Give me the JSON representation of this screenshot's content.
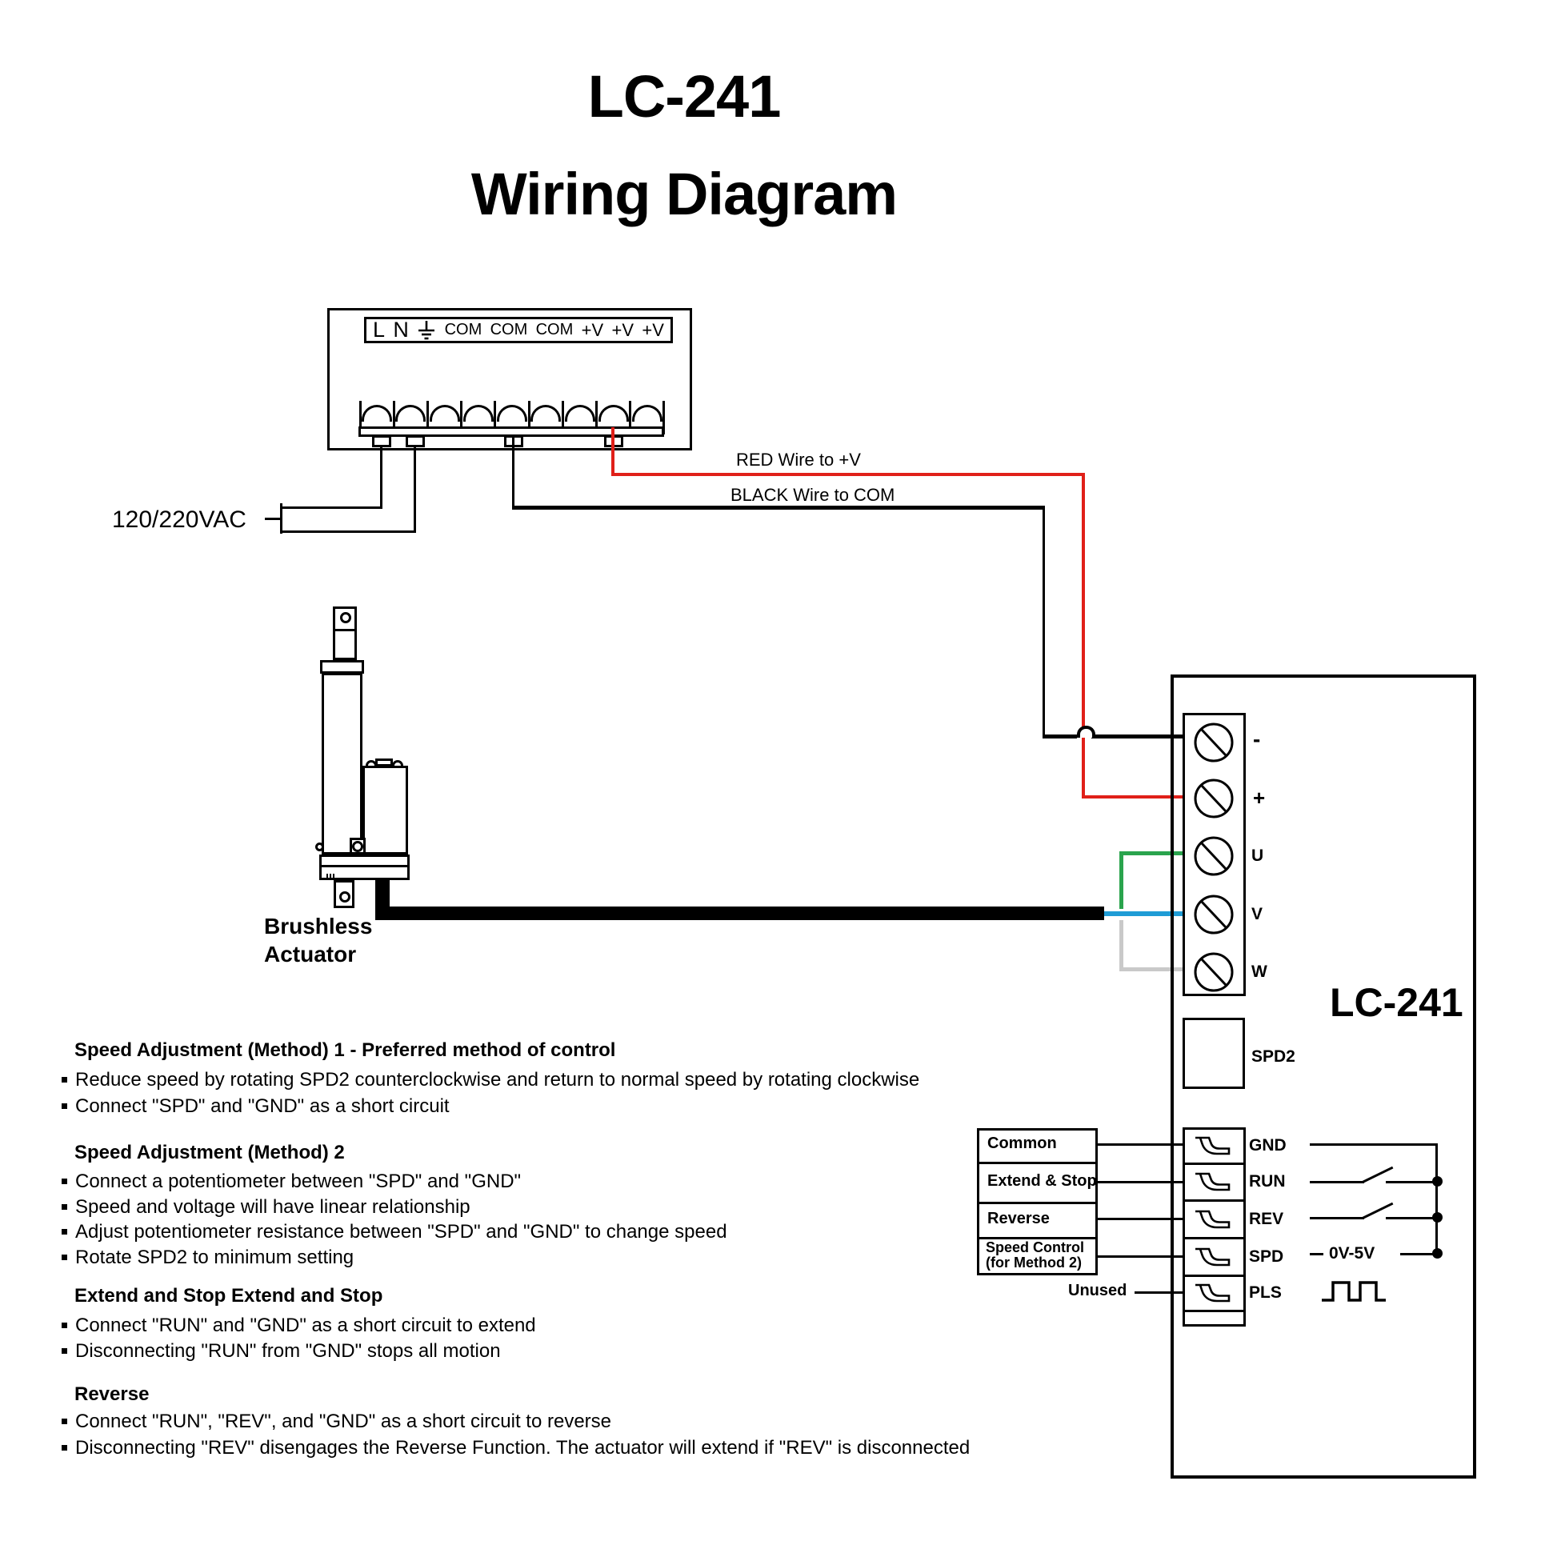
{
  "title": {
    "line1": "LC-241",
    "line2": "Wiring Diagram"
  },
  "power_supply": {
    "labels": [
      "L",
      "N",
      "COM",
      "COM",
      "COM",
      "+V",
      "+V",
      "+V"
    ],
    "ac_input_label": "120/220VAC"
  },
  "wire_labels": {
    "red": "RED Wire to +V",
    "black": "BLACK Wire to COM"
  },
  "actuator": {
    "label_line1": "Brushless",
    "label_line2": "Actuator"
  },
  "controller": {
    "model": "LC-241",
    "motor_terminals": [
      "-",
      "+",
      "U",
      "V",
      "W"
    ],
    "pot_label": "SPD2",
    "io_terminals": [
      "GND",
      "RUN",
      "REV",
      "SPD",
      "PLS"
    ],
    "voltage_range_label": "0V-5V"
  },
  "inputs": {
    "labels": [
      "Common",
      "Extend & Stop",
      "Reverse"
    ],
    "speed_control_line1": "Speed Control",
    "speed_control_line2": "(for Method 2)",
    "unused_label": "Unused"
  },
  "colors": {
    "red_wire": "#e02019",
    "green_wire": "#2aa44d",
    "blue_wire": "#1f9cd6",
    "gray_wire": "#c9c9c9",
    "black_wire": "#000000"
  },
  "sections": [
    {
      "heading": "Speed Adjustment (Method) 1 - Preferred method of control",
      "bullets": [
        "Reduce speed by rotating SPD2 counterclockwise and return to normal speed by rotating clockwise",
        "Connect \"SPD\" and \"GND\" as a short circuit"
      ]
    },
    {
      "heading": "Speed Adjustment (Method) 2",
      "bullets": [
        "Connect a potentiometer between \"SPD\" and \"GND\"",
        "Speed and voltage will have linear relationship",
        "Adjust potentiometer resistance between \"SPD\" and \"GND\" to change speed",
        "Rotate SPD2 to minimum setting"
      ]
    },
    {
      "heading": "Extend and Stop Extend and Stop",
      "bullets": [
        "Connect \"RUN\" and \"GND\" as a short circuit to extend",
        "Disconnecting \"RUN\" from \"GND\" stops all motion"
      ]
    },
    {
      "heading": "Reverse",
      "bullets": [
        "Connect \"RUN\", \"REV\", and \"GND\" as a short circuit to reverse",
        "Disconnecting \"REV\" disengages the Reverse Function. The actuator will extend if \"REV\" is disconnected"
      ]
    }
  ]
}
